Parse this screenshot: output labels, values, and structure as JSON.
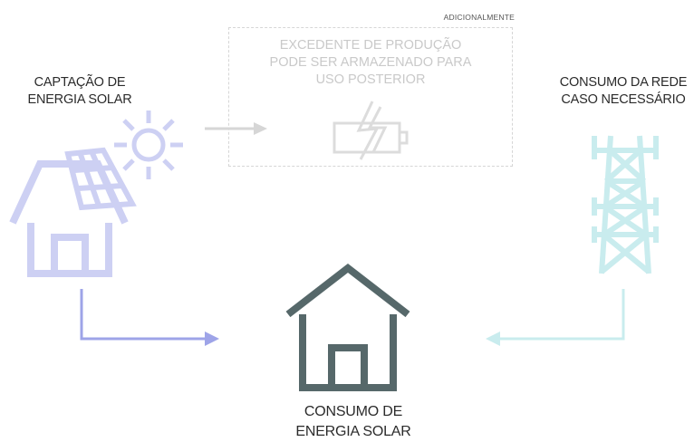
{
  "additional_tag": "ADICIONALMENTE",
  "surplus_text": [
    "EXCEDENTE DE PRODUÇÃO",
    "PODE SER ARMAZENADO PARA",
    "USO POSTERIOR"
  ],
  "solar_capture": [
    "CAPTAÇÃO DE",
    "ENERGIA SOLAR"
  ],
  "grid_consumption": [
    "CONSUMO DA REDE",
    "CASO NECESSÁRIO"
  ],
  "home_consumption": [
    "CONSUMO DE",
    "ENERGIA SOLAR"
  ],
  "colors": {
    "solar": "#cdd0f3",
    "solar_arrow": "#9ea4e8",
    "grid": "#c9ecee",
    "home": "#56686a",
    "muted": "#d6d6d6"
  },
  "icons": [
    "house-with-solar-panel-icon",
    "sun-icon",
    "battery-charging-icon",
    "transmission-tower-icon",
    "house-icon"
  ]
}
